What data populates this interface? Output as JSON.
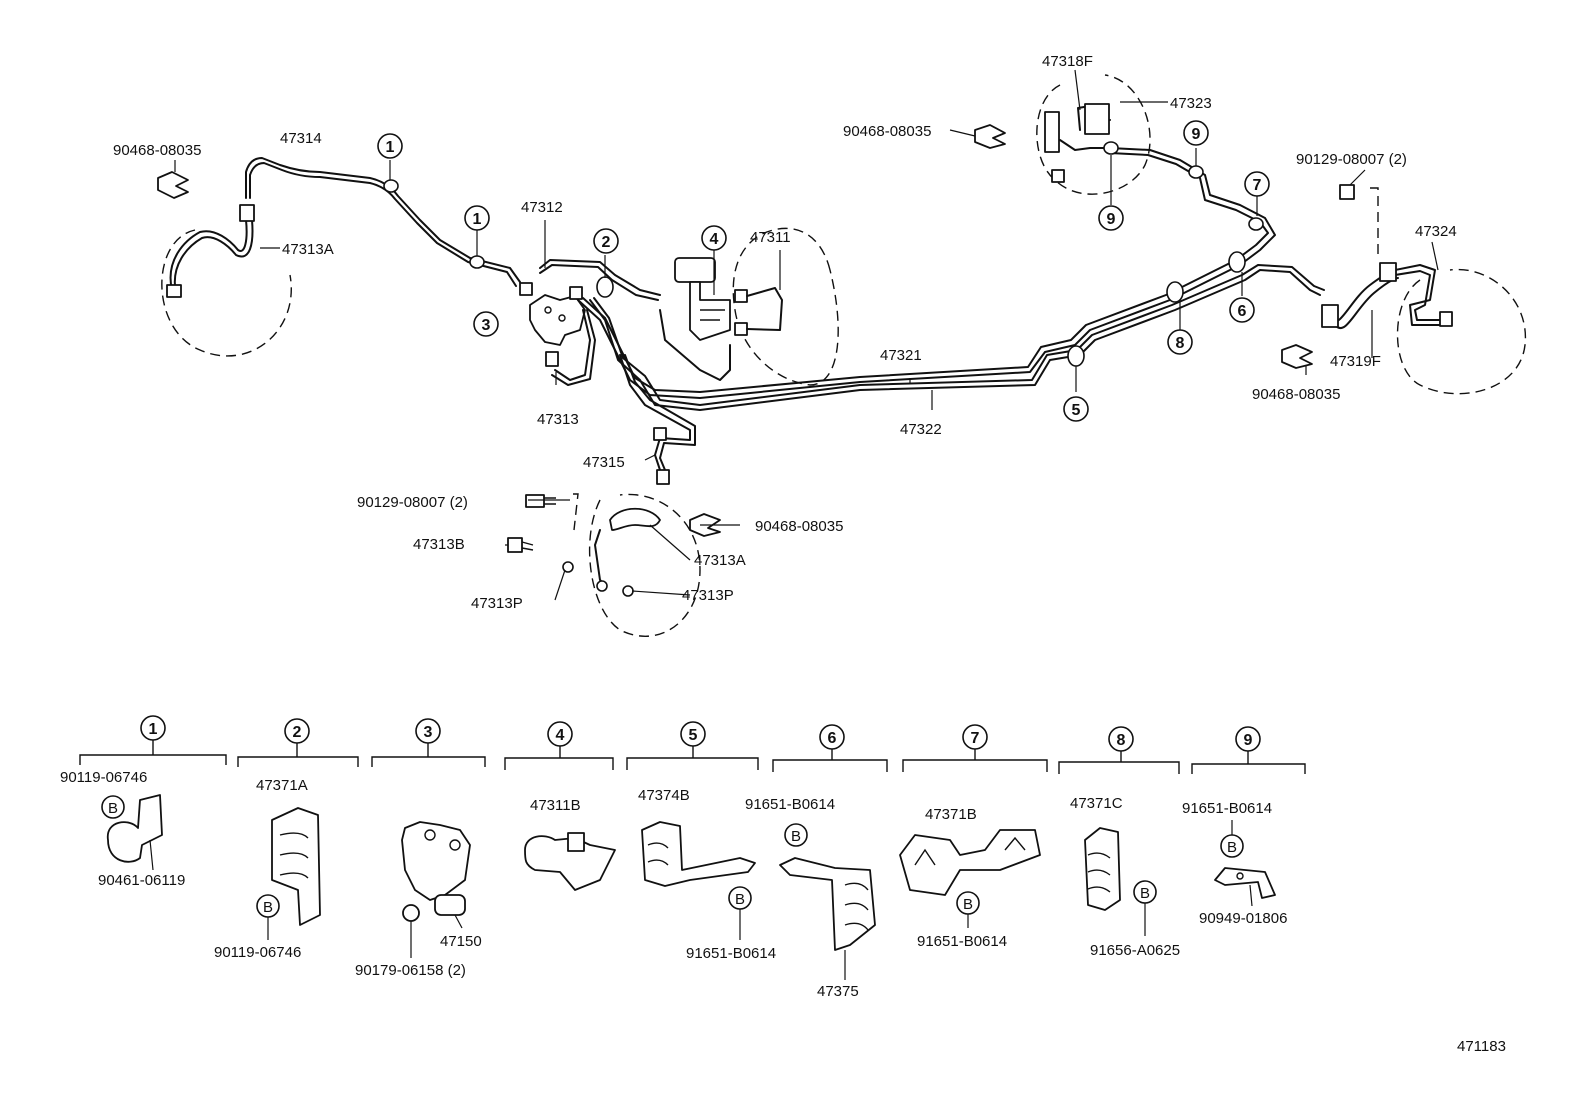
{
  "diagram": {
    "labels": {
      "l_90468_tl": "90468-08035",
      "l_47314": "47314",
      "l_47313A_l": "47313A",
      "l_47312": "47312",
      "l_47311": "47311",
      "l_47313": "47313",
      "l_47315": "47315",
      "l_90129_c": "90129-08007 (2)",
      "l_90468_c": "90468-08035",
      "l_47313B": "47313B",
      "l_47313A_c": "47313A",
      "l_47313P_l": "47313P",
      "l_47313P_r": "47313P",
      "l_47321": "47321",
      "l_47322": "47322",
      "l_47318F": "47318F",
      "l_47323": "47323",
      "l_90468_tr": "90468-08035",
      "l_90129_r": "90129-08007 (2)",
      "l_47324": "47324",
      "l_47319F": "47319F",
      "l_90468_r": "90468-08035",
      "b1_a": "90119-06746",
      "b1_b": "90461-06119",
      "b2_a": "47371A",
      "b2_b": "90119-06746",
      "b3_a": "90179-06158 (2)",
      "b3_b": "47150",
      "b4_a": "47311B",
      "b5_a": "47374B",
      "b5_b": "91651-B0614",
      "b6_a": "91651-B0614",
      "b6_b": "47375",
      "b7_a": "47371B",
      "b7_b": "91651-B0614",
      "b8_a": "47371C",
      "b8_b": "91656-A0625",
      "b9_a": "91651-B0614",
      "b9_b": "90949-01806",
      "figure_id": "471183"
    },
    "callouts": {
      "c1a": "1",
      "c1b": "1",
      "c2": "2",
      "c3": "3",
      "c4": "4",
      "c5": "5",
      "c6": "6",
      "c7": "7",
      "c8": "8",
      "c9a": "9",
      "c9b": "9",
      "k1": "1",
      "k2": "2",
      "k3": "3",
      "k4": "4",
      "k5": "5",
      "k6": "6",
      "k7": "7",
      "k8": "8",
      "k9": "9"
    },
    "bolt_marker": "B"
  }
}
